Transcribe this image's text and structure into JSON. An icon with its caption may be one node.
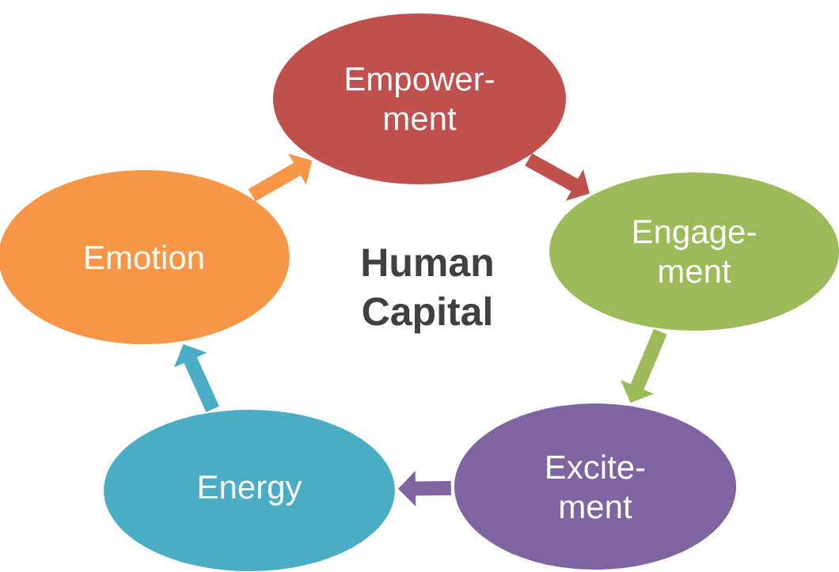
{
  "diagram": {
    "nodes": [
      {
        "text": [
          "Empower- ment"
        ]
      },
      {
        "text": [
          "Engage- ment"
        ]
      },
      {
        "text": [
          "Excite- ment"
        ]
      },
      {
        "text": [
          "Energy"
        ]
      },
      {
        "text": [
          "Emotion"
        ]
      }
    ],
    "edges": [
      {
        "from": 4,
        "to": 0,
        "arrow": "to",
        "color": "#f79646"
      },
      {
        "from": 0,
        "to": 1,
        "arrow": "to",
        "color": "#c0504d"
      },
      {
        "from": 1,
        "to": 2,
        "arrow": "to",
        "color": "#9bbb59"
      },
      {
        "from": 2,
        "to": 3,
        "arrow": "to",
        "color": "#8064a2"
      },
      {
        "from": 3,
        "to": 4,
        "arrow": "to",
        "color": "#4bacc6"
      }
    ],
    "labels": [
      "Human Capital"
    ]
  }
}
